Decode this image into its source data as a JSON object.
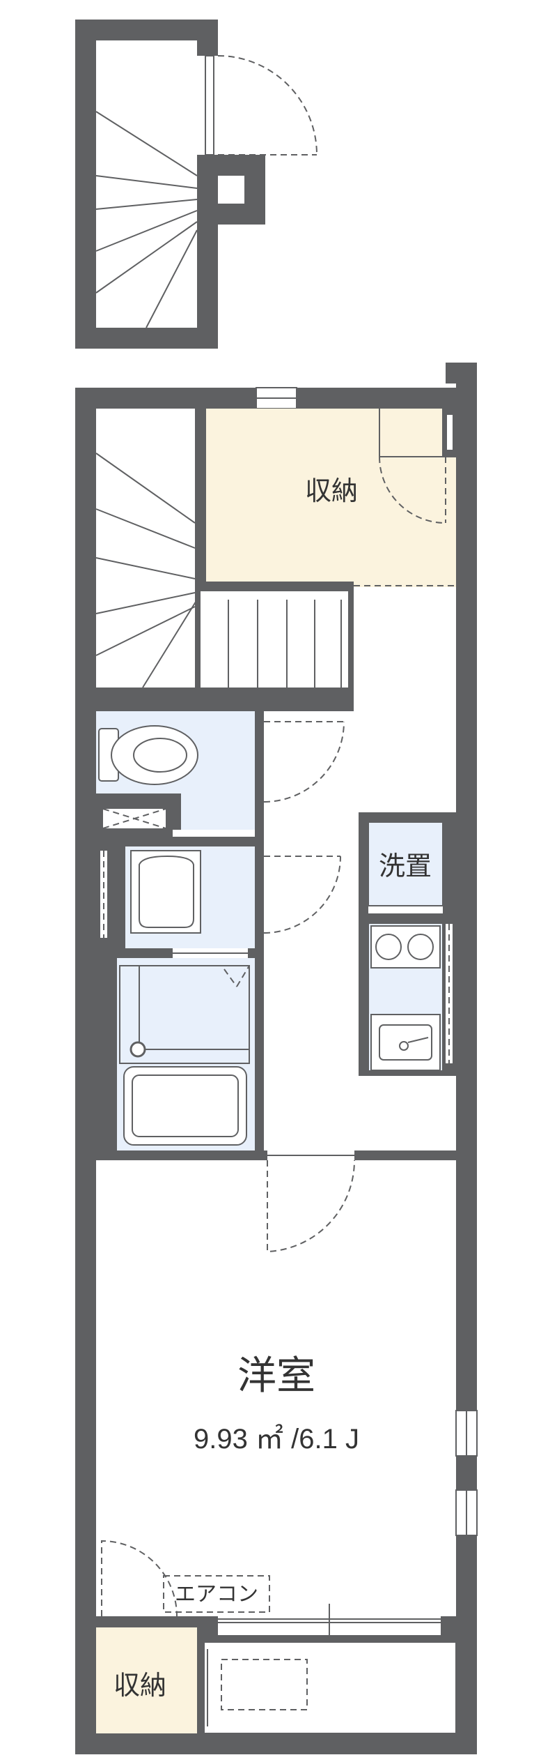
{
  "rooms": {
    "storage_top": {
      "label": "収納",
      "fill": "#fbf3de"
    },
    "washer": {
      "label": "洗置"
    },
    "western_room": {
      "label": "洋室",
      "area": "9.93 ㎡ /6.1 J"
    },
    "storage_bottom": {
      "label": "収納",
      "fill": "#fbf3de"
    },
    "aircon": {
      "label": "エアコン"
    }
  },
  "colors": {
    "wall": "#5f6062",
    "wet_area": "#e8f0fb",
    "storage": "#fbf3de"
  }
}
